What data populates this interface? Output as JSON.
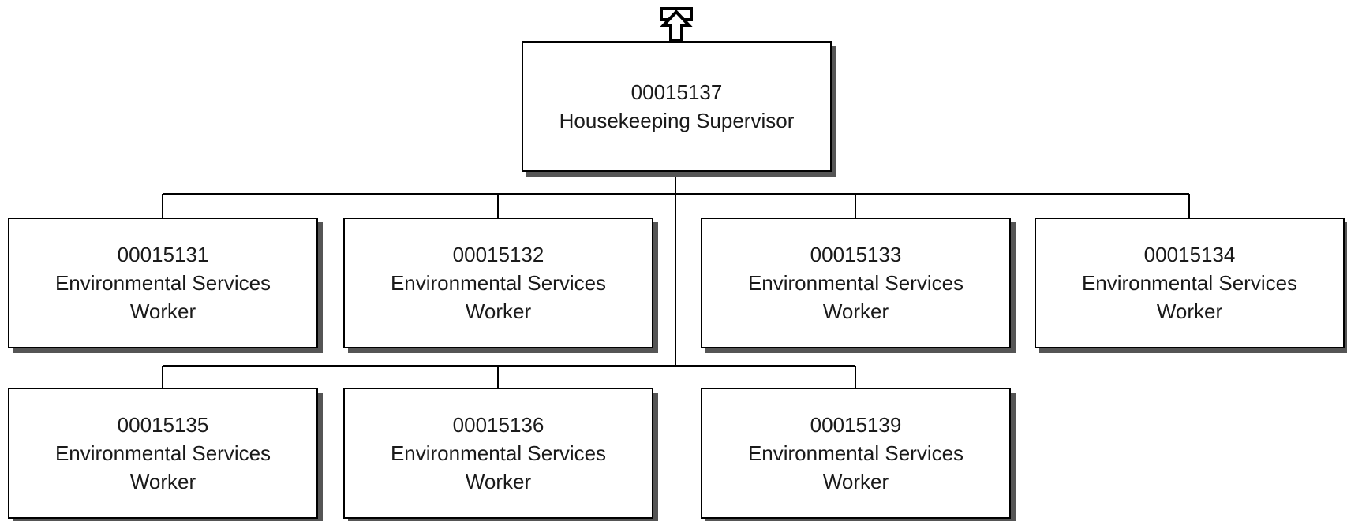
{
  "chart": {
    "root": {
      "id": "00015137",
      "title": "Housekeeping Supervisor"
    },
    "children": [
      {
        "id": "00015131",
        "title_line1": "Environmental Services",
        "title_line2": "Worker"
      },
      {
        "id": "00015132",
        "title_line1": "Environmental Services",
        "title_line2": "Worker"
      },
      {
        "id": "00015133",
        "title_line1": "Environmental Services",
        "title_line2": "Worker"
      },
      {
        "id": "00015134",
        "title_line1": "Environmental Services",
        "title_line2": "Worker"
      },
      {
        "id": "00015135",
        "title_line1": "Environmental Services",
        "title_line2": "Worker"
      },
      {
        "id": "00015136",
        "title_line1": "Environmental Services",
        "title_line2": "Worker"
      },
      {
        "id": "00015139",
        "title_line1": "Environmental Services",
        "title_line2": "Worker"
      }
    ]
  },
  "icons": {
    "navigate_up": "up-arrow-icon"
  },
  "colors": {
    "box_border": "#000000",
    "box_shadow": "#555555",
    "connector": "#000000",
    "text": "#1a1a1a"
  }
}
